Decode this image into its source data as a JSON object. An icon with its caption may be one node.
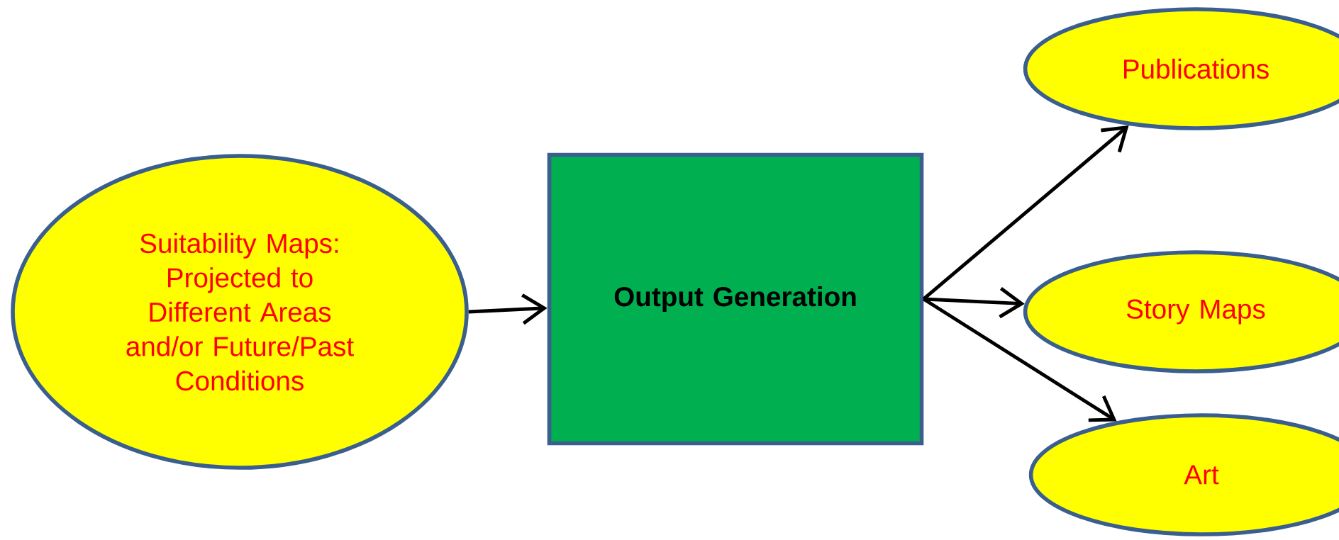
{
  "diagram": {
    "nodes": [
      {
        "text": [
          "Suitability Maps: Projected to Different Areas and/or Future/Past Conditions"
        ]
      },
      {
        "text": [
          "Output Generation"
        ]
      },
      {
        "text": [
          "Publications"
        ]
      },
      {
        "text": [
          "Story Maps"
        ]
      },
      {
        "text": [
          "Art"
        ]
      }
    ],
    "edges": [
      {
        "from": 0,
        "to": 1,
        "arrow": "to"
      },
      {
        "from": 1,
        "to": 2,
        "arrow": "to"
      },
      {
        "from": 1,
        "to": 3,
        "arrow": "to"
      },
      {
        "from": 1,
        "to": 4,
        "arrow": "to"
      }
    ]
  }
}
